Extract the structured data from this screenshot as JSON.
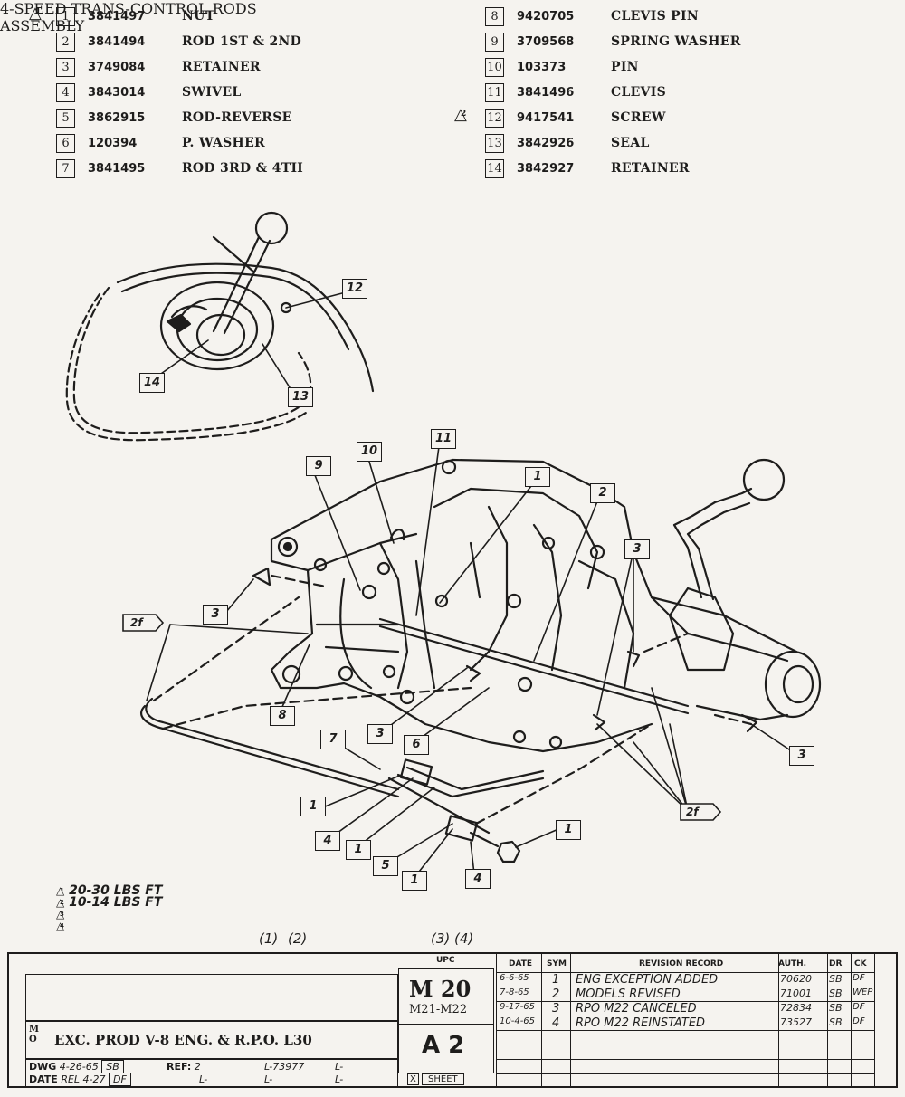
{
  "parts_list": {
    "left": [
      {
        "num": "1",
        "part": "3841497",
        "desc": "NUT"
      },
      {
        "num": "2",
        "part": "3841494",
        "desc": "ROD 1ST & 2ND"
      },
      {
        "num": "3",
        "part": "3749084",
        "desc": "RETAINER"
      },
      {
        "num": "4",
        "part": "3843014",
        "desc": "SWIVEL"
      },
      {
        "num": "5",
        "part": "3862915",
        "desc": "ROD-REVERSE"
      },
      {
        "num": "6",
        "part": "120394",
        "desc": "P. WASHER"
      },
      {
        "num": "7",
        "part": "3841495",
        "desc": "ROD 3RD & 4TH"
      }
    ],
    "right": [
      {
        "num": "8",
        "part": "9420705",
        "desc": "CLEVIS PIN"
      },
      {
        "num": "9",
        "part": "3709568",
        "desc": "SPRING WASHER"
      },
      {
        "num": "10",
        "part": "103373",
        "desc": "PIN"
      },
      {
        "num": "11",
        "part": "3841496",
        "desc": "CLEVIS"
      },
      {
        "num": "12",
        "part": "9417541",
        "desc": "SCREW"
      },
      {
        "num": "13",
        "part": "3842926",
        "desc": "SEAL"
      },
      {
        "num": "14",
        "part": "3842927",
        "desc": "RETAINER"
      }
    ],
    "flag_1": "1",
    "flag_2": "2"
  },
  "callouts": {
    "c1a": "1",
    "c1b": "1",
    "c1c": "1",
    "c1d": "1",
    "c1e": "1",
    "c2": "2",
    "c3a": "3",
    "c3b": "3",
    "c3c": "3",
    "c3d": "3",
    "c4a": "4",
    "c4b": "4",
    "c5": "5",
    "c6": "6",
    "c7": "7",
    "c8": "8",
    "c9": "9",
    "c10": "10",
    "c11": "11",
    "c12": "12",
    "c13": "13",
    "c14": "14",
    "c2f_left": "2f",
    "c2f_right": "2f"
  },
  "torque_notes": [
    {
      "flag": "1",
      "text": "20-30 LBS FT"
    },
    {
      "flag": "2",
      "text": "10-14 LBS FT"
    },
    {
      "flag": "3",
      "text": ""
    },
    {
      "flag": "4",
      "text": ""
    }
  ],
  "circled_top": {
    "a": "1",
    "b": "2",
    "c": "3",
    "d": "4"
  },
  "title_block": {
    "title_line1": "4-SPEED TRANS-CONTROL RODS",
    "title_line2": "ASSEMBLY",
    "side_code": "M O",
    "subtitle": "EXC. PROD V-8 ENG. & R.P.O. L30",
    "dwg_label": "DWG",
    "dwg_date": "4-26-65",
    "dwg_by": "SB",
    "date_label": "DATE",
    "rel_date": "REL 4-27",
    "rel_by": "DF",
    "ref_label": "REF:",
    "ref_value": "2",
    "l_values": [
      "L-73977",
      "L-",
      "L-",
      "L-",
      "L-"
    ],
    "upc_label": "UPC",
    "upc_code": "M 20",
    "upc_sub": "M21-M22",
    "section": "A 2",
    "sheet_label": "SHEET",
    "sheet_mark": "X",
    "rev_headers": {
      "date": "DATE",
      "sym": "SYM",
      "record": "REVISION RECORD",
      "auth": "AUTH.",
      "dr": "DR",
      "ck": "CK"
    },
    "revisions": [
      {
        "date": "6-6-65",
        "sym": "1",
        "record": "ENG EXCEPTION ADDED",
        "auth": "70620",
        "dr": "SB",
        "ck": "DF"
      },
      {
        "date": "7-8-65",
        "sym": "2",
        "record": "MODELS REVISED",
        "auth": "71001",
        "dr": "SB",
        "ck": "WEP"
      },
      {
        "date": "9-17-65",
        "sym": "3",
        "record": "RPO M22 CANCELED",
        "auth": "72834",
        "dr": "SB",
        "ck": "DF"
      },
      {
        "date": "10-4-65",
        "sym": "4",
        "record": "RPO M22 REINSTATED",
        "auth": "73527",
        "dr": "SB",
        "ck": "DF"
      }
    ]
  },
  "colors": {
    "ink": "#1e1d1c",
    "paper": "#f5f3ef"
  }
}
